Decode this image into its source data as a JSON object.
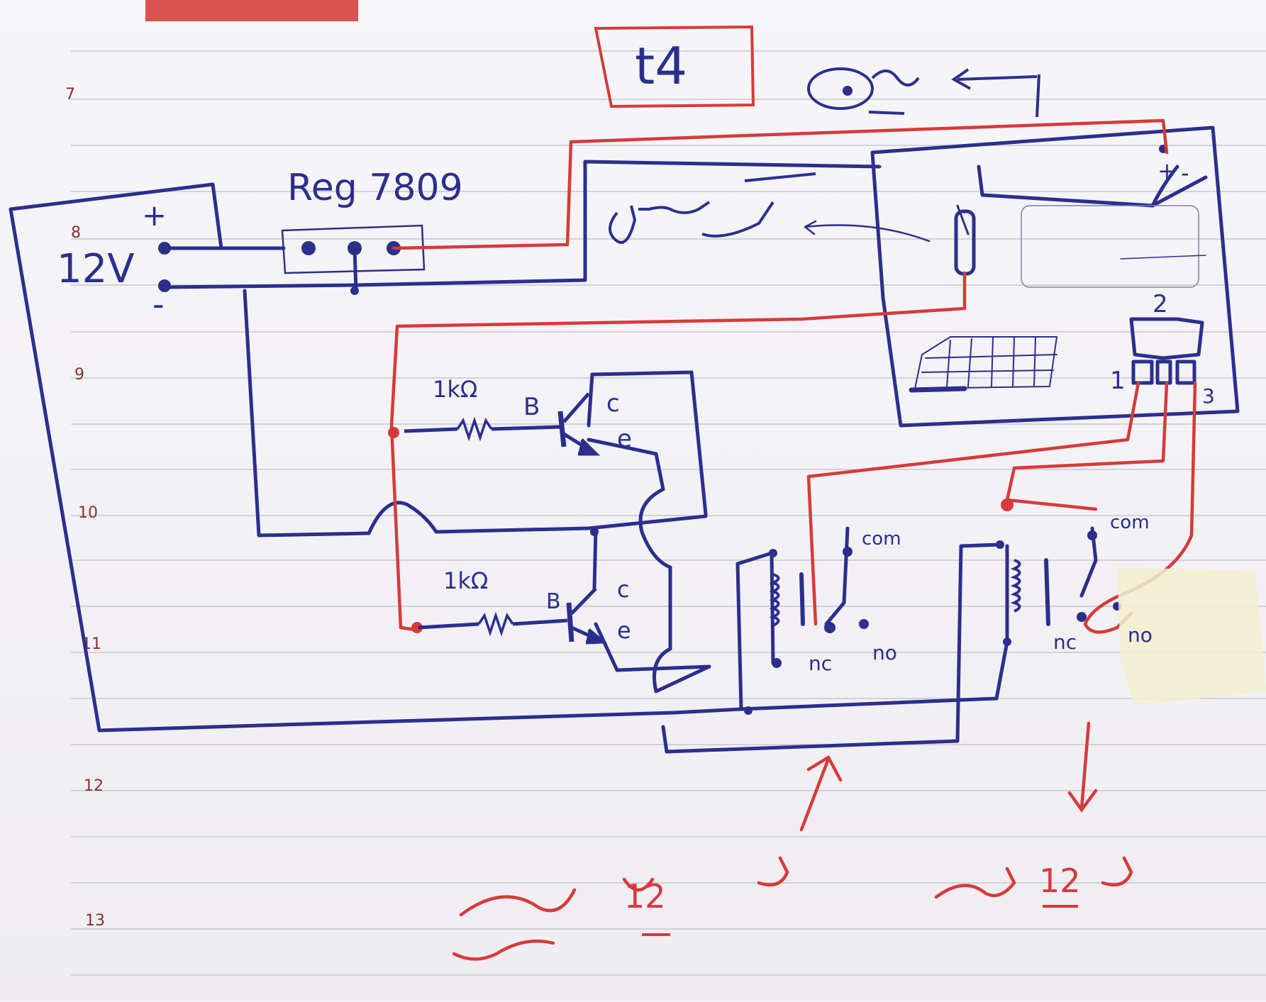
{
  "colors": {
    "paper": "#f3f1f4",
    "ruled_line": "#c9c6cf",
    "blue_ink": "#2b2f8c",
    "red_ink": "#d63a3a",
    "tape": "#f2efcf",
    "margin_number": "#8a3030"
  },
  "page": {
    "line_numbers": [
      "7",
      "8",
      "9",
      "10",
      "11",
      "12",
      "13"
    ]
  },
  "header": {
    "boxed_label": "t4"
  },
  "supply": {
    "voltage_label": "12V",
    "plus_sign": "+",
    "minus_sign": "-"
  },
  "regulator": {
    "label": "Reg 7809"
  },
  "transistors": {
    "top": {
      "resistor_label": "1kΩ",
      "base": "B",
      "collector": "c",
      "emitter": "e"
    },
    "bottom": {
      "resistor_label": "1kΩ",
      "base": "B",
      "collector": "c",
      "emitter": "e"
    }
  },
  "module": {
    "pin_header_label": "2",
    "pin_1": "1",
    "pin_3": "3",
    "switch_plus": "+",
    "switch_minus": "-"
  },
  "relays": {
    "left": {
      "com": "com",
      "nc": "nc",
      "no": "no"
    },
    "right": {
      "com": "com",
      "nc": "nc",
      "no": "no"
    }
  },
  "icons": [
    "arrow-up-icon",
    "arrow-down-icon",
    "relay-coil-icon",
    "npn-transistor-icon",
    "resistor-icon"
  ]
}
